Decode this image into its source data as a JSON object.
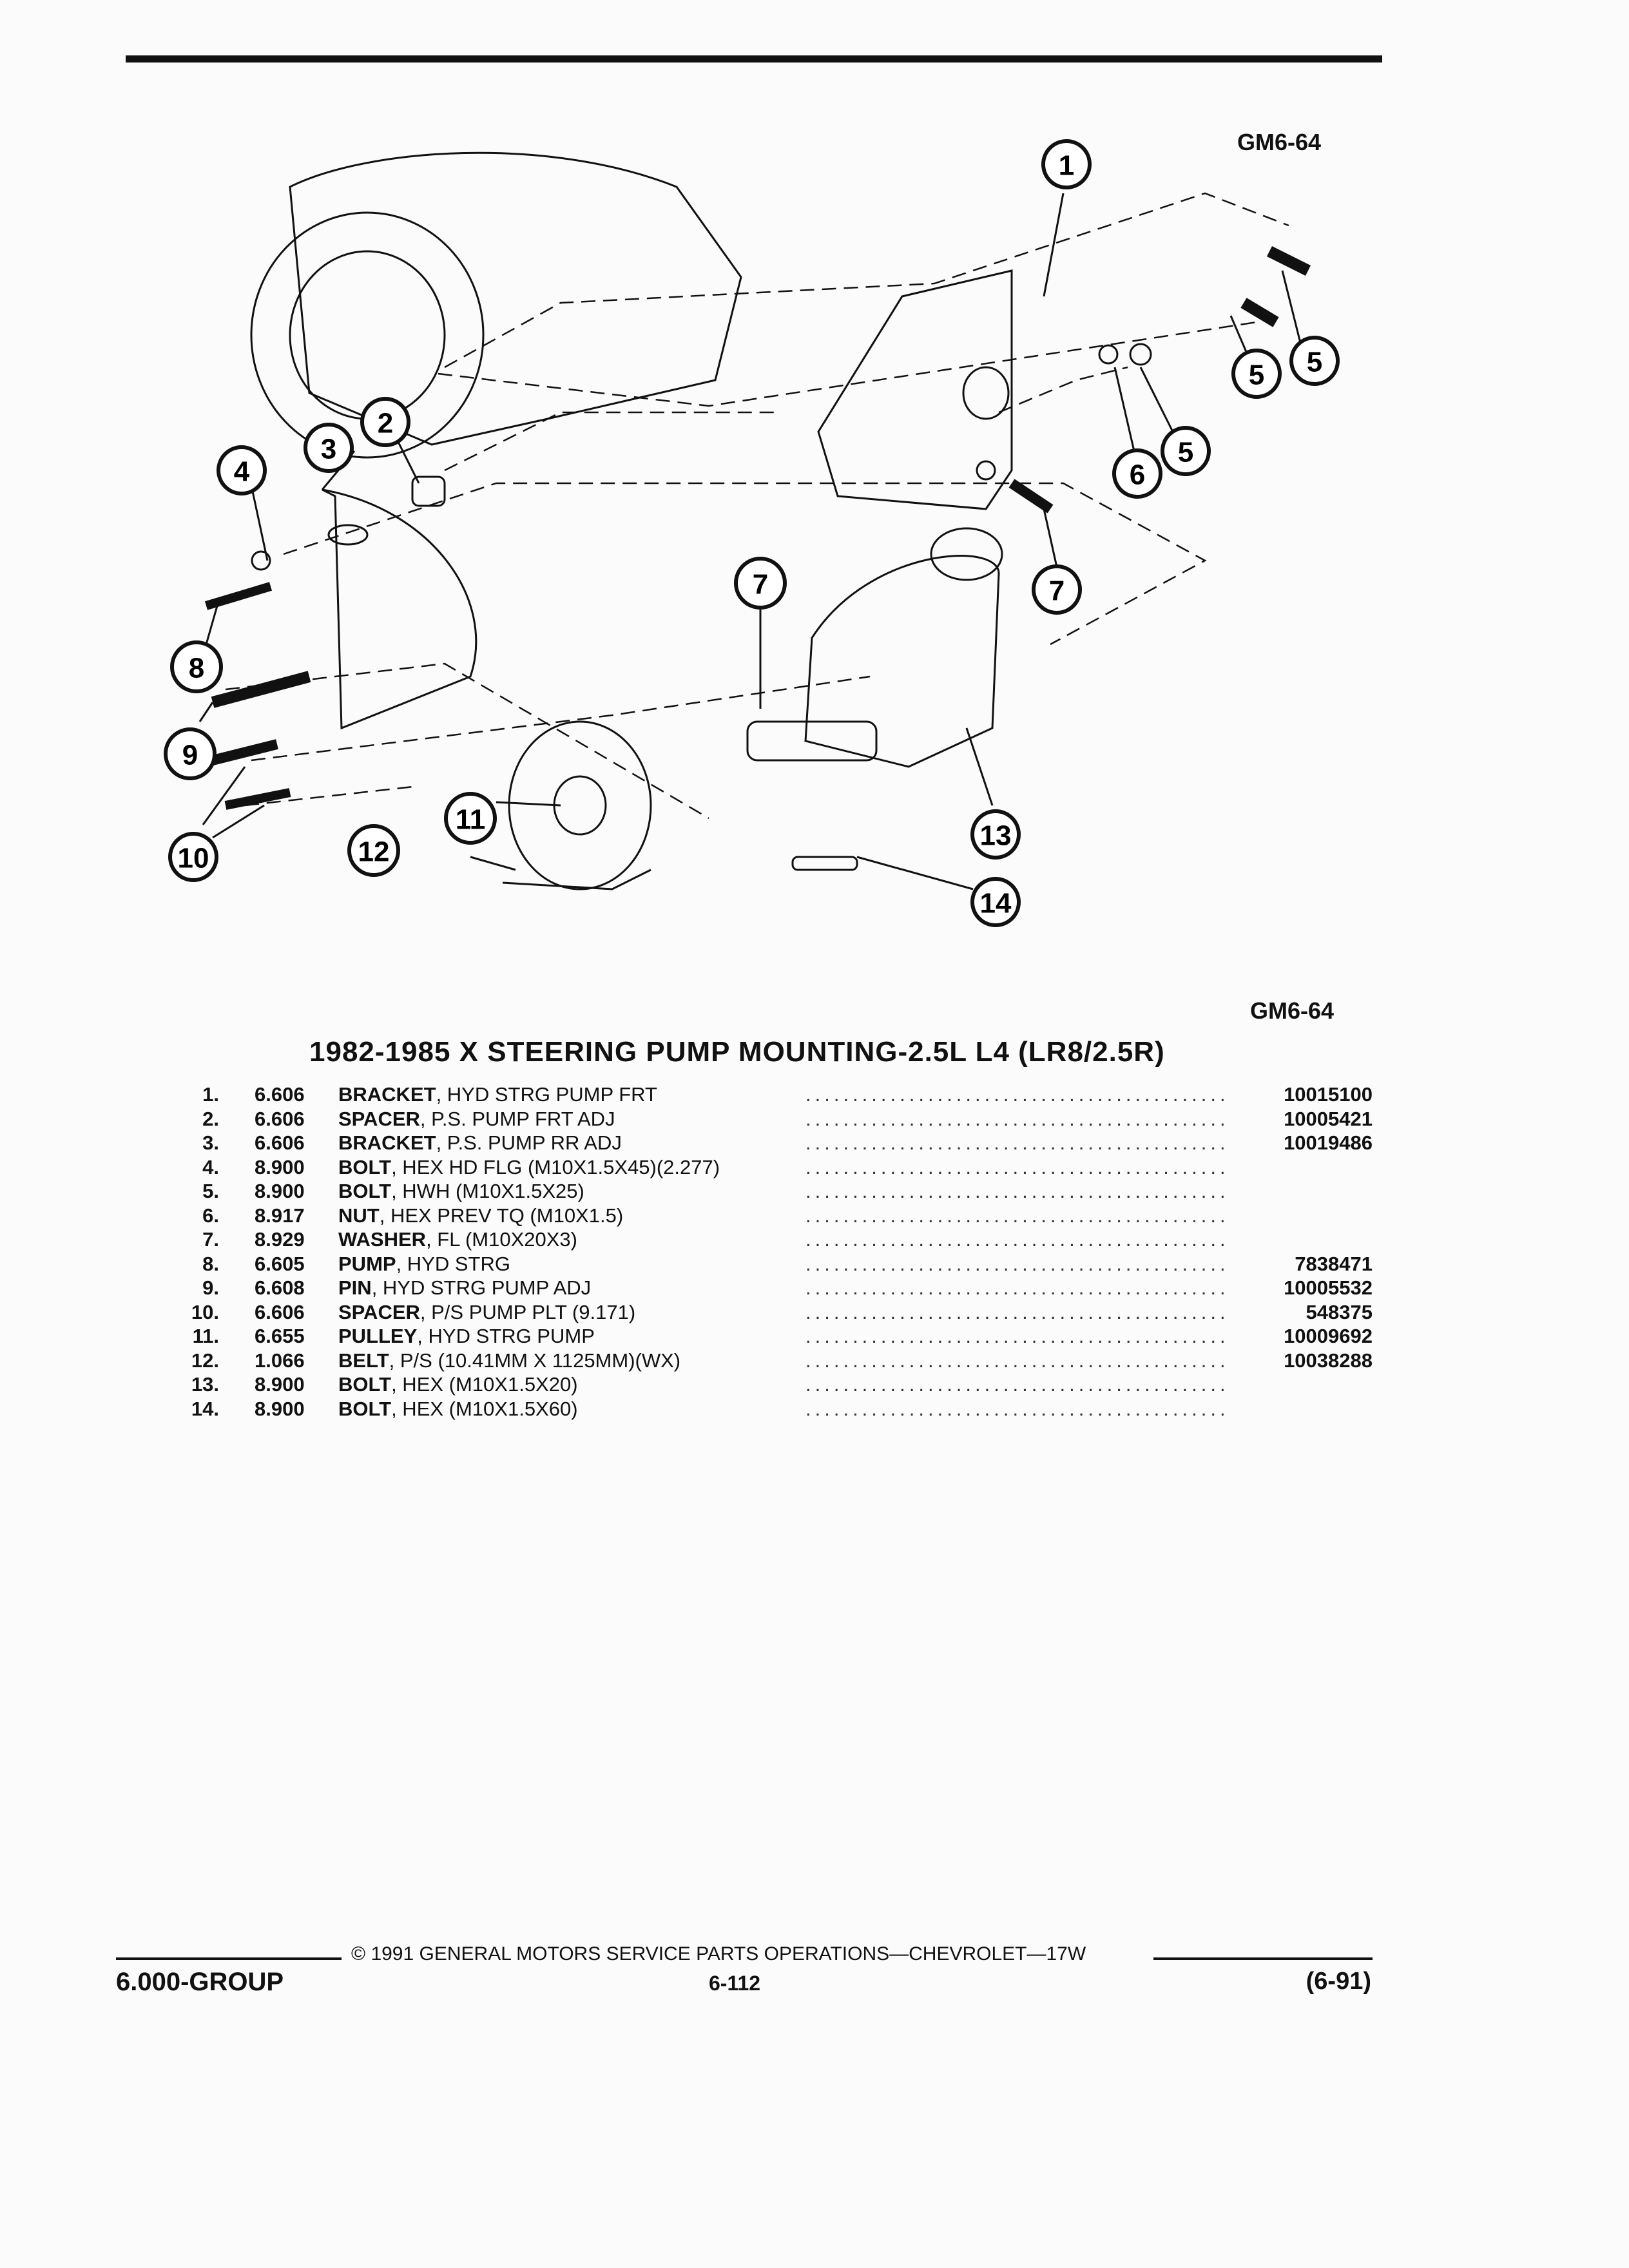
{
  "figure_ref_top": "GM6-64",
  "figure_ref_bottom": "GM6-64",
  "callouts": [
    "1",
    "2",
    "3",
    "4",
    "5",
    "5",
    "5",
    "6",
    "7",
    "7",
    "8",
    "9",
    "10",
    "11",
    "12",
    "13",
    "14"
  ],
  "title": "1982-1985 X STEERING PUMP MOUNTING-2.5L L4 (LR8/2.5R)",
  "parts": [
    {
      "no": "1.",
      "group": "6.606",
      "name": "BRACKET",
      "desc": ", HYD STRG PUMP FRT",
      "pn": "10015100"
    },
    {
      "no": "2.",
      "group": "6.606",
      "name": "SPACER",
      "desc": ", P.S. PUMP FRT ADJ",
      "pn": "10005421"
    },
    {
      "no": "3.",
      "group": "6.606",
      "name": "BRACKET",
      "desc": ", P.S. PUMP RR ADJ",
      "pn": "10019486"
    },
    {
      "no": "4.",
      "group": "8.900",
      "name": "BOLT",
      "desc": ", HEX HD FLG (M10X1.5X45)(2.277)",
      "pn": ""
    },
    {
      "no": "5.",
      "group": "8.900",
      "name": "BOLT",
      "desc": ", HWH (M10X1.5X25)",
      "pn": ""
    },
    {
      "no": "6.",
      "group": "8.917",
      "name": "NUT",
      "desc": ", HEX PREV TQ (M10X1.5)",
      "pn": ""
    },
    {
      "no": "7.",
      "group": "8.929",
      "name": "WASHER",
      "desc": ", FL (M10X20X3)",
      "pn": ""
    },
    {
      "no": "8.",
      "group": "6.605",
      "name": "PUMP",
      "desc": ", HYD STRG",
      "pn": "7838471"
    },
    {
      "no": "9.",
      "group": "6.608",
      "name": "PIN",
      "desc": ", HYD STRG PUMP ADJ",
      "pn": "10005532"
    },
    {
      "no": "10.",
      "group": "6.606",
      "name": "SPACER",
      "desc": ", P/S PUMP PLT (9.171)",
      "pn": "548375"
    },
    {
      "no": "11.",
      "group": "6.655",
      "name": "PULLEY",
      "desc": ", HYD STRG PUMP",
      "pn": "10009692"
    },
    {
      "no": "12.",
      "group": "1.066",
      "name": "BELT",
      "desc": ", P/S (10.41MM X 1125MM)(WX)",
      "pn": "10038288"
    },
    {
      "no": "13.",
      "group": "8.900",
      "name": "BOLT",
      "desc": ", HEX (M10X1.5X20)",
      "pn": ""
    },
    {
      "no": "14.",
      "group": "8.900",
      "name": "BOLT",
      "desc": ", HEX (M10X1.5X60)",
      "pn": ""
    }
  ],
  "footer": {
    "copyright": "© 1991 GENERAL MOTORS SERVICE PARTS OPERATIONS—CHEVROLET—17W",
    "group": "6.000-GROUP",
    "page": "6-112",
    "date": "(6-91)"
  }
}
